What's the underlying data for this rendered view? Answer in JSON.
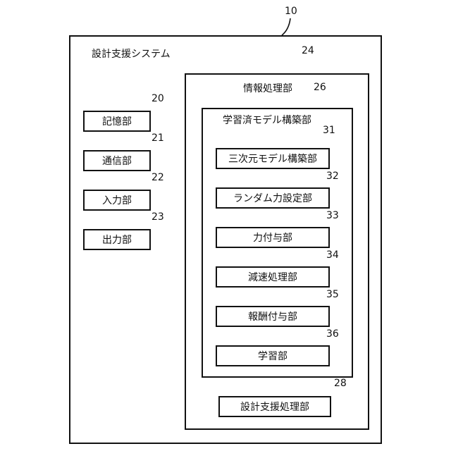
{
  "system": {
    "number": "10",
    "title": "設計支援システム"
  },
  "units": [
    {
      "number": "20",
      "label": "記憶部"
    },
    {
      "number": "21",
      "label": "通信部"
    },
    {
      "number": "22",
      "label": "入力部"
    },
    {
      "number": "23",
      "label": "出力部"
    }
  ],
  "info_processing": {
    "number": "24",
    "title": "情報処理部"
  },
  "model_builder": {
    "number": "26",
    "title": "学習済モデル構築部"
  },
  "modules": [
    {
      "number": "31",
      "label": "三次元モデル構築部"
    },
    {
      "number": "32",
      "label": "ランダム力設定部"
    },
    {
      "number": "33",
      "label": "力付与部"
    },
    {
      "number": "34",
      "label": "減速処理部"
    },
    {
      "number": "35",
      "label": "報酬付与部"
    },
    {
      "number": "36",
      "label": "学習部"
    }
  ],
  "design_support_processor": {
    "number": "28",
    "label": "設計支援処理部"
  }
}
